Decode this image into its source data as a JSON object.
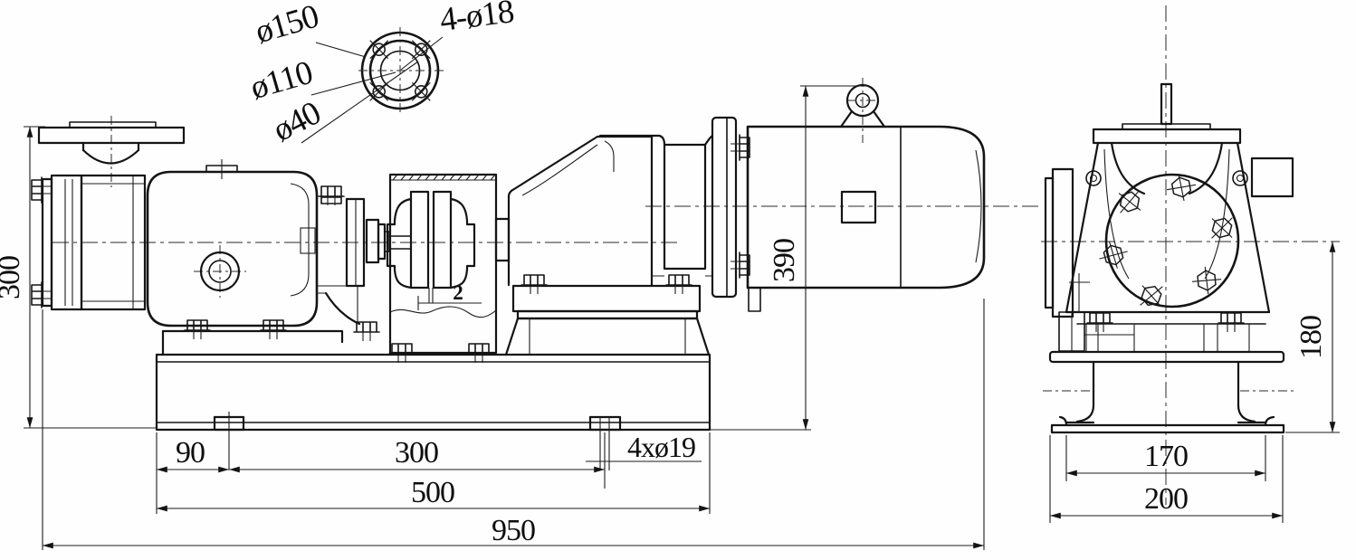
{
  "meta": {
    "type": "technical-dimension-drawing",
    "subject": "Pump / gearbox / motor assembly installation drawing",
    "background_color": "#fefefe",
    "line_color": "#141414"
  },
  "flange_detail": {
    "dia_outer": "ø150",
    "dia_bolt_circle": "ø110",
    "dia_bore": "ø40",
    "bolt_holes": "4-ø18"
  },
  "front_view": {
    "height_overall": "300",
    "height_motor": "390",
    "coupling_gap": "2",
    "base_bolt_offset": "90",
    "base_bolt_span": "300",
    "base_length": "500",
    "overall_length": "950",
    "foundation_holes": "4xø19"
  },
  "side_view": {
    "shaft_height": "180",
    "foot_width": "170",
    "base_width": "200"
  }
}
